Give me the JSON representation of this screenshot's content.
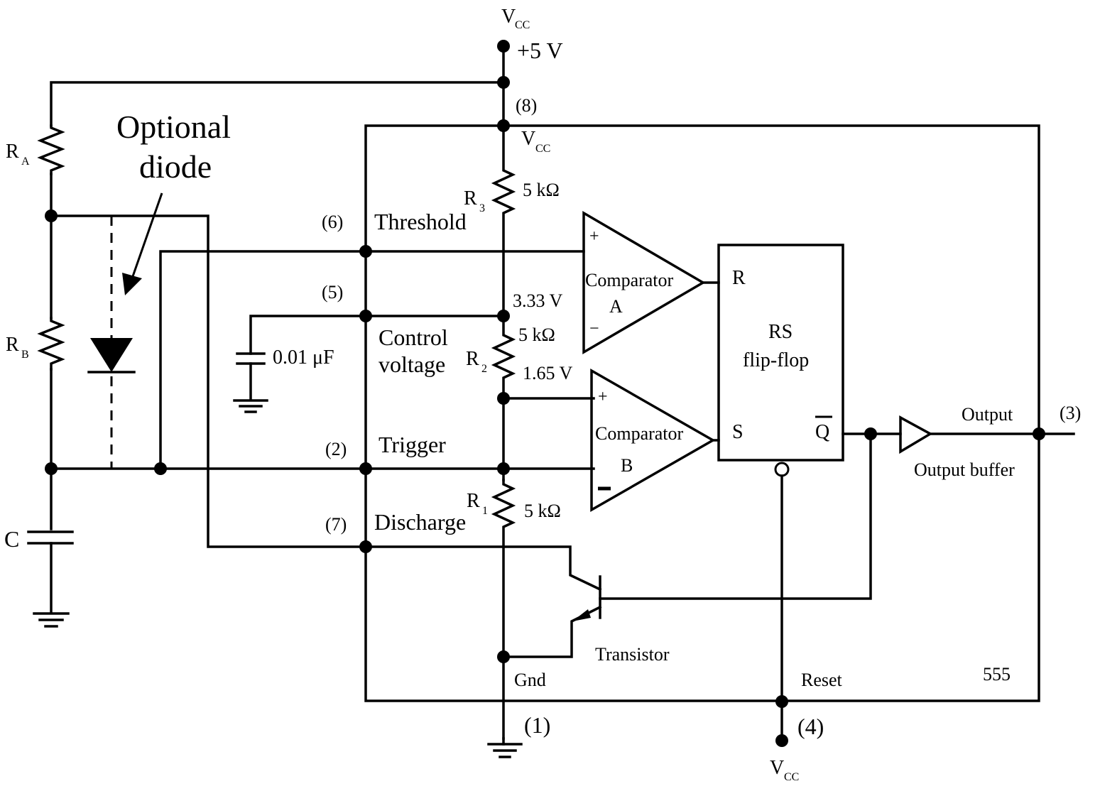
{
  "supply": {
    "vcc_top_label": "V",
    "vcc_top_sub": "CC",
    "voltage": "+5 V",
    "vcc_inside_label": "V",
    "vcc_inside_sub": "CC",
    "vcc_bottom_label": "V",
    "vcc_bottom_sub": "CC"
  },
  "pins": {
    "pin8": "(8)",
    "pin6": "(6)",
    "pin5": "(5)",
    "pin2": "(2)",
    "pin7": "(7)",
    "pin1": "(1)",
    "pin4": "(4)",
    "pin3": "(3)"
  },
  "pin_names": {
    "threshold": "Threshold",
    "control_line1": "Control",
    "control_line2": "voltage",
    "trigger": "Trigger",
    "discharge": "Discharge",
    "gnd": "Gnd",
    "reset": "Reset",
    "output": "Output"
  },
  "external": {
    "ra_label": "R",
    "ra_sub": "A",
    "rb_label": "R",
    "rb_sub": "B",
    "c_label": "C",
    "cap_value": "0.01 μF",
    "diode_line1": "Optional",
    "diode_line2": "diode"
  },
  "divider": {
    "r3_label": "R",
    "r3_sub": "3",
    "r3_value": "5 kΩ",
    "r2_label": "R",
    "r2_sub": "2",
    "r2_value": "5 kΩ",
    "r1_label": "R",
    "r1_sub": "1",
    "r1_value": "5 kΩ",
    "v_upper": "3.33 V",
    "v_lower": "1.65 V"
  },
  "blocks": {
    "comp_a_line1": "Comparator",
    "comp_a_line2": "A",
    "comp_b_line1": "Comparator",
    "comp_b_line2": "B",
    "plus": "+",
    "minus": "−",
    "ff_line1": "RS",
    "ff_line2": "flip-flop",
    "ff_r": "R",
    "ff_s": "S",
    "ff_q": "Q",
    "output_buffer": "Output buffer",
    "transistor": "Transistor",
    "chip": "555"
  }
}
